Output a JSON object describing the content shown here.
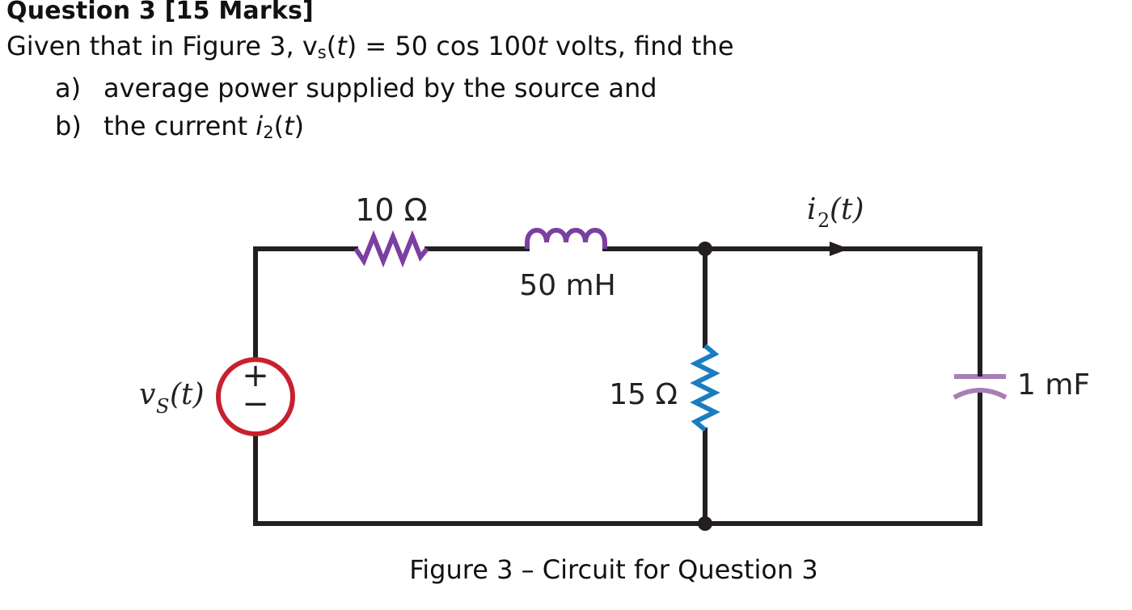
{
  "question": {
    "title": "Question 3 [15 Marks]",
    "intro_pre": "Given that in Figure 3, v",
    "intro_sub": "s",
    "intro_mid": "(",
    "intro_t": "t",
    "intro_mid2": ") = 50 cos 100",
    "intro_t2": "t",
    "intro_post": " volts, find the",
    "items": [
      {
        "marker": "a)",
        "text": "average power supplied by the source and"
      },
      {
        "marker": "b)",
        "text_pre": "the current ",
        "text_i": "i",
        "text_sub": "2",
        "text_paren_open": "(",
        "text_t": "t",
        "text_paren_close": ")"
      }
    ]
  },
  "figure": {
    "caption": "Figure 3 – Circuit for Question 3",
    "labels": {
      "r1": "10 Ω",
      "inductor": "50 mH",
      "r2": "15 Ω",
      "capacitor": "1 mF",
      "source_v": "v",
      "source_sub": "S",
      "source_arg": "(t)",
      "current_i": "i",
      "current_sub": "2",
      "current_arg": "(t)",
      "plus": "+",
      "minus": "−"
    },
    "colors": {
      "wire": "#231f20",
      "source": "#c8202e",
      "resistor_r1": "#7b3fa0",
      "inductor": "#7b3fa0",
      "resistor_r2": "#1a7dbf",
      "capacitor": "#a67fb5"
    }
  }
}
